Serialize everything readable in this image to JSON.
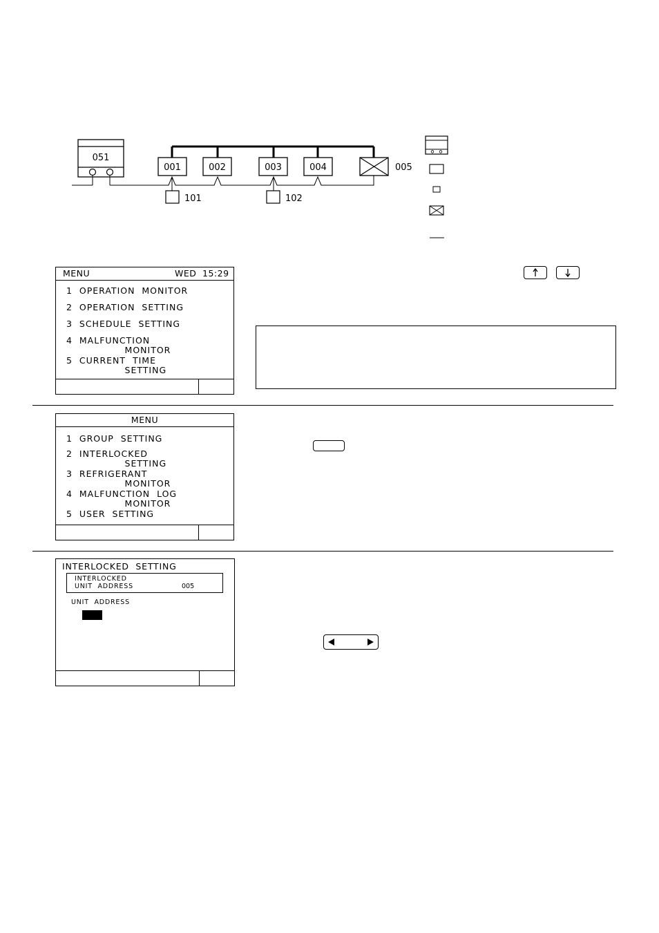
{
  "diagram": {
    "controller_label": "051",
    "indoor_units": [
      "001",
      "002",
      "003",
      "004"
    ],
    "ventilation_unit_label": "005",
    "remote_controllers": [
      "101",
      "102"
    ]
  },
  "screen1": {
    "title": "MENU",
    "day": "WED",
    "time": "15:29",
    "items": [
      "1  OPERATION  MONITOR",
      "2  OPERATION  SETTING",
      "3  SCHEDULE  SETTING",
      "4  MALFUNCTION",
      "                 MONITOR",
      "5  CURRENT  TIME",
      "                 SETTING"
    ]
  },
  "screen2": {
    "title": "MENU",
    "items": [
      "1  GROUP  SETTING",
      "2  INTERLOCKED",
      "                 SETTING",
      "3  REFRIGERANT",
      "                 MONITOR",
      "4  MALFUNCTION  LOG",
      "                 MONITOR",
      "5  USER  SETTING"
    ]
  },
  "screen3": {
    "title": "INTERLOCKED  SETTING",
    "box_line1": "INTERLOCKED",
    "box_line2": "UNIT  ADDRESS",
    "box_value": "005",
    "unit_address_label": "UNIT  ADDRESS"
  },
  "icons": {
    "up": "up-arrow-icon",
    "down": "down-arrow-icon",
    "left": "left-triangle-icon",
    "right": "right-triangle-icon"
  }
}
